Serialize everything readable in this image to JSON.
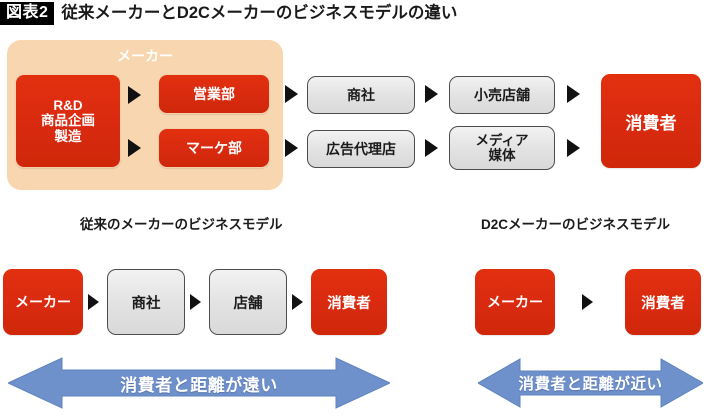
{
  "header": {
    "badge": "図表2",
    "title": "従来メーカーとD2Cメーカーのビジネスモデルの違い"
  },
  "colors": {
    "red": "#DC2A0F",
    "peach_panel": "#F8D7B0",
    "gray_box_fill": "#E6E6E6",
    "gray_box_border": "#4D4D4D",
    "arrow_black": "#111111",
    "blue_arrow": "#6B8DC9",
    "badge_bg": "#000000"
  },
  "top_diagram": {
    "maker_panel_label": "メーカー",
    "rd_box": {
      "line1": "R&D",
      "line2": "商品企画",
      "line3": "製造"
    },
    "dept_boxes": [
      {
        "label": "営業部"
      },
      {
        "label": "マーケ部"
      }
    ],
    "channel_boxes": [
      {
        "label": "商社"
      },
      {
        "label": "広告代理店"
      }
    ],
    "outlet_boxes": [
      {
        "label": "小売店舗"
      },
      {
        "line1": "メディア",
        "line2": "媒体"
      }
    ],
    "consumer_box": {
      "label": "消費者"
    }
  },
  "bottom_left": {
    "caption": "従来のメーカーのビジネスモデル",
    "flow": [
      {
        "label": "メーカー",
        "style": "red"
      },
      {
        "label": "商社",
        "style": "gray"
      },
      {
        "label": "店舗",
        "style": "gray"
      },
      {
        "label": "消費者",
        "style": "red"
      }
    ],
    "distance_label": "消費者と距離が遠い"
  },
  "bottom_right": {
    "caption": "D2Cメーカーのビジネスモデル",
    "flow": [
      {
        "label": "メーカー",
        "style": "red"
      },
      {
        "label": "消費者",
        "style": "red"
      }
    ],
    "distance_label": "消費者と距離が近い"
  }
}
